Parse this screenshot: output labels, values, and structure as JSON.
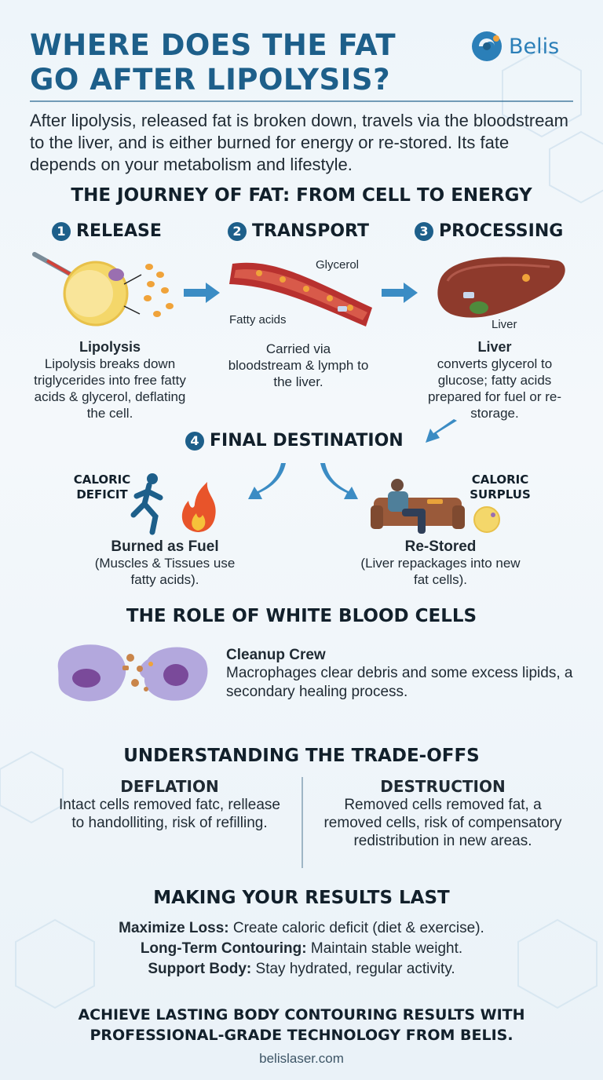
{
  "header": {
    "title_line1": "WHERE DOES THE FAT",
    "title_line2": "GO AFTER LIPOLYSIS?",
    "logo_text": "Belis",
    "intro": "After lipolysis, released fat is broken down, travels via the bloodstream to the liver, and is either burned for energy or re-stored. Its fate depends on your metabolism and lifestyle."
  },
  "journey": {
    "heading": "THE JOURNEY OF FAT: FROM CELL TO ENERGY",
    "steps": [
      {
        "num": "1",
        "label": "RELEASE",
        "caption_title": "Lipolysis",
        "caption": "Lipolysis breaks down triglycerides into free fatty acids & glycerol, deflating the cell."
      },
      {
        "num": "2",
        "label": "TRANSPORT",
        "caption": "Carried via bloodstream & lymph to the liver.",
        "tag_glycerol": "Glycerol",
        "tag_fatty": "Fatty acids"
      },
      {
        "num": "3",
        "label": "PROCESSING",
        "caption_title": "Liver",
        "caption": "converts glycerol to glucose; fatty acids prepared for fuel or re-storage.",
        "tag_liver": "Liver"
      }
    ]
  },
  "destination": {
    "num": "4",
    "heading": "FINAL DESTINATION",
    "left_label": "CALORIC DEFICIT",
    "right_label": "CALORIC SURPLUS",
    "left_title": "Burned as Fuel",
    "left_text": "(Muscles & Tissues use fatty acids).",
    "right_title": "Re-Stored",
    "right_text": "(Liver repackages into new fat cells)."
  },
  "white_cells": {
    "heading": "THE ROLE OF WHITE BLOOD CELLS",
    "title": "Cleanup Crew",
    "text": "Macrophages clear debris and some excess lipids, a secondary healing process."
  },
  "tradeoffs": {
    "heading": "UNDERSTANDING THE TRADE-OFFS",
    "left_head": "DEFLATION",
    "left_text": "Intact cells removed fatc, rellease to handolliting, risk of refilling.",
    "right_head": "DESTRUCTION",
    "right_text": "Removed cells removed fat, a removed cells, risk of compensatory redistribution in new areas."
  },
  "results": {
    "heading": "MAKING YOUR RESULTS LAST",
    "tips": [
      {
        "label": "Maximize Loss:",
        "text": " Create caloric deficit (diet & exercise)."
      },
      {
        "label": "Long-Term Contouring:",
        "text": " Maintain stable weight."
      },
      {
        "label": "Support Body:",
        "text": " Stay hydrated, regular activity."
      }
    ]
  },
  "footer": {
    "cta": "ACHIEVE LASTING BODY CONTOURING RESULTS WITH PROFESSIONAL-GRADE TECHNOLOGY FROM BELIS.",
    "site": "belislaser.com"
  },
  "colors": {
    "brand": "#1d5f8a",
    "arrow": "#3b8cc4",
    "fat": "#f2c14e",
    "blood": "#b8312f",
    "liver": "#8e3a2c",
    "macrophage": "#8a7fc4"
  }
}
